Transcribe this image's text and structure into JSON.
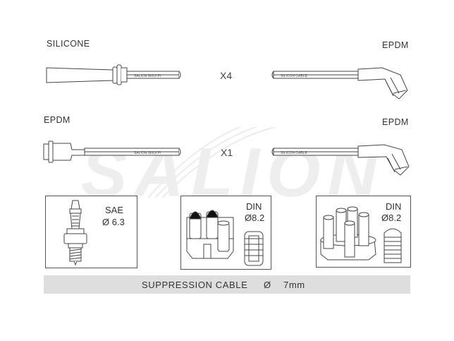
{
  "watermark": "SALION",
  "cables": [
    {
      "left_label": "SILICONE",
      "right_label": "EPDM",
      "multiplier": "X4",
      "left_print": "SALION   SI0UI PI",
      "right_print": "SILICON CABLE"
    },
    {
      "left_label": "EPDM",
      "right_label": "EPDM",
      "multiplier": "X1",
      "left_print": "SALION   SI0UI PI",
      "right_print": "SILICON CABLE"
    }
  ],
  "terminals": [
    {
      "name": "SAE",
      "size": "Ø 6.3"
    },
    {
      "name": "DIN",
      "size": "Ø8.2"
    },
    {
      "name": "DIN",
      "size": "Ø8.2"
    }
  ],
  "footer": {
    "label": "SUPPRESSION CABLE",
    "symbol": "Ø",
    "value": "7mm"
  }
}
